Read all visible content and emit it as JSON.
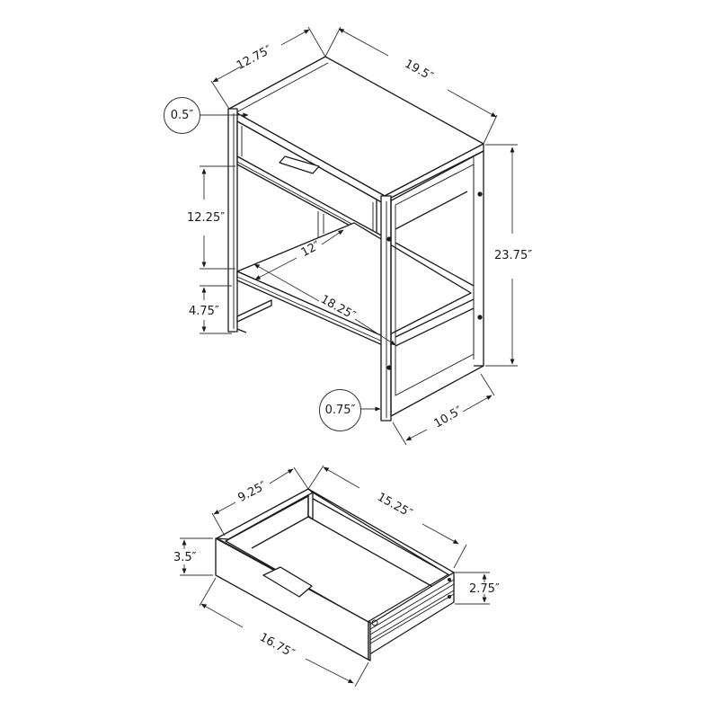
{
  "diagram": {
    "title": "",
    "table": {
      "top_depth": "12.75″",
      "top_width": "19.5″",
      "top_thickness": "0.5″",
      "drawer_opening_height": "12.25″",
      "shelf_depth": "12″",
      "shelf_width": "18.25″",
      "bottom_clearance": "4.75″",
      "total_height": "23.75″",
      "leg_thickness": "0.75″",
      "leg_depth": "10.5″"
    },
    "drawer": {
      "depth": "9.25″",
      "interior_length": "15.25″",
      "front_height": "3.5″",
      "side_height": "2.75″",
      "front_width": "16.75″"
    }
  }
}
